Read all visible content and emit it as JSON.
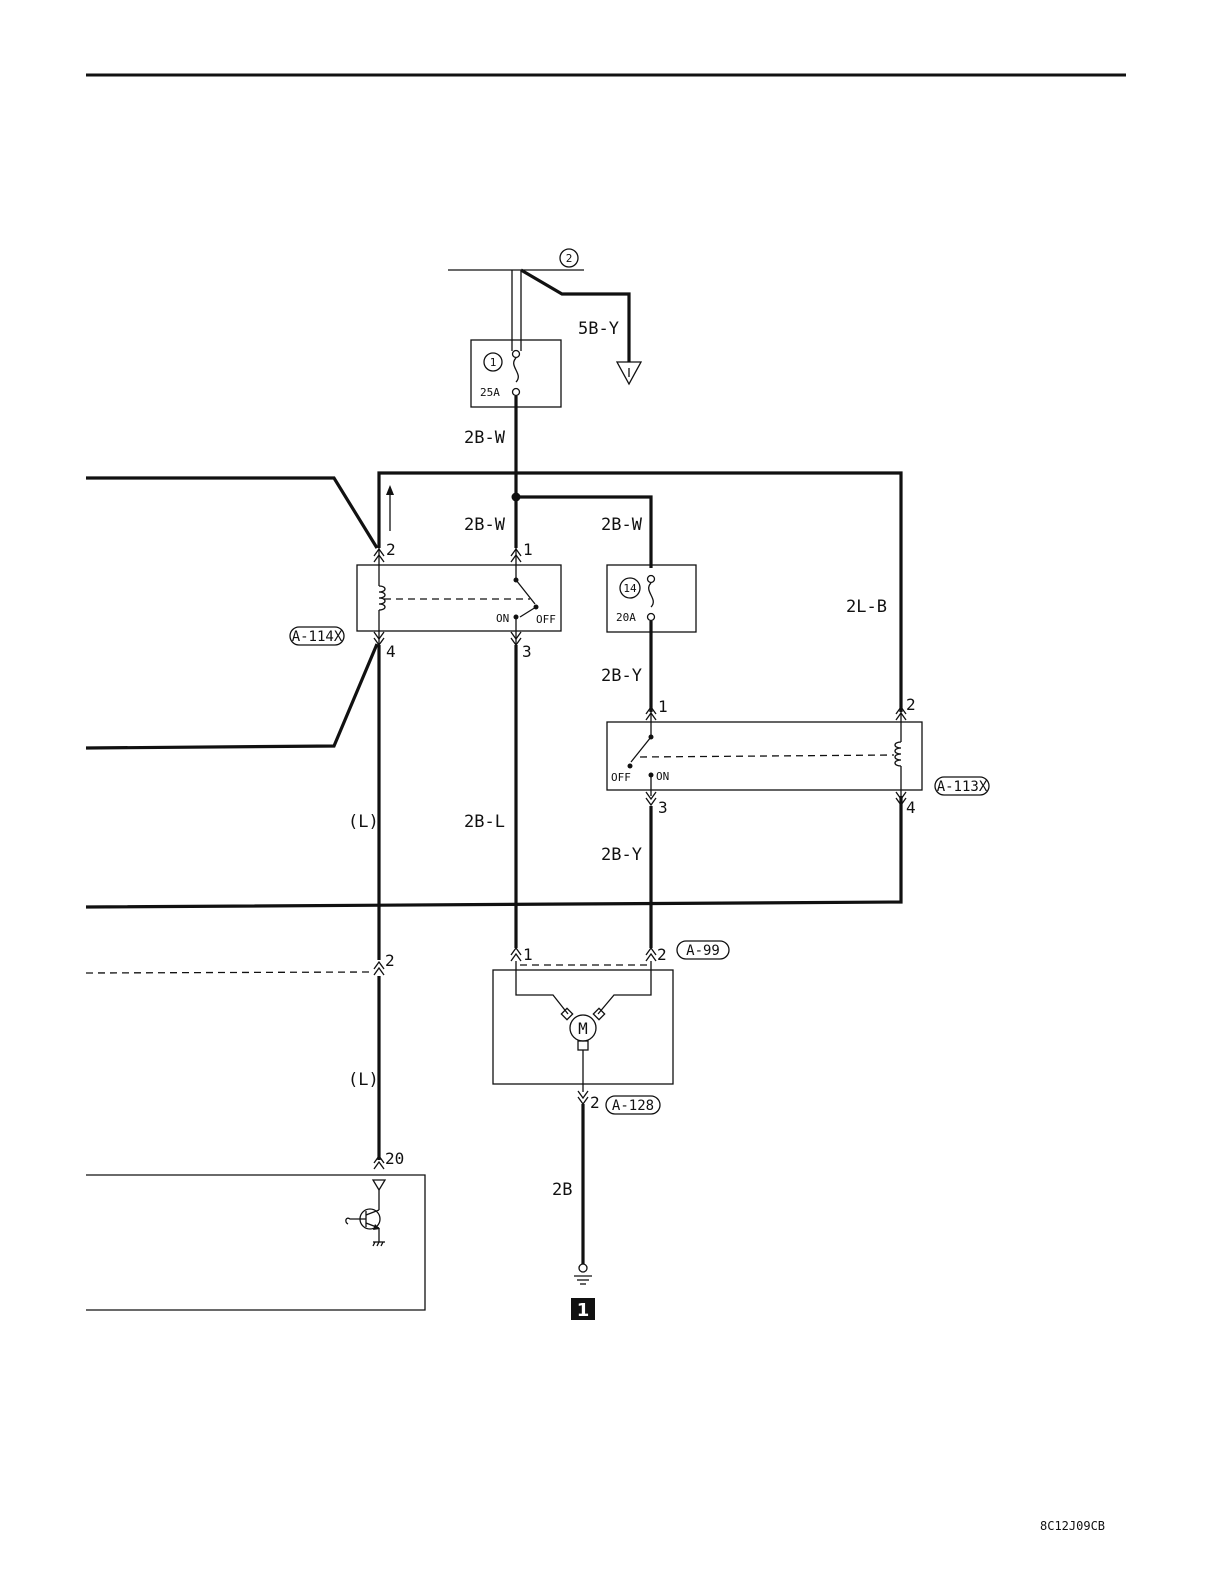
{
  "header": {
    "figure_code": "8C12J09CB"
  },
  "junctions": {
    "top_bus": "2"
  },
  "fuses": {
    "f1": {
      "number": "1",
      "rating": "25A"
    },
    "f14": {
      "number": "14",
      "rating": "20A"
    }
  },
  "wires": {
    "w5BY": "5B-Y",
    "w2BW_main": "2B-W",
    "w2BW_relay1": "2B-W",
    "w2BW_branch": "2B-W",
    "w2LB": "2L-B",
    "w2BY_upper": "2B-Y",
    "w2BY_lower": "2B-Y",
    "w2BL": "2B-L",
    "wL_upper": "(L)",
    "wL_lower": "(L)",
    "w2B": "2B"
  },
  "connectors": {
    "relay1": "A-114X",
    "relay2": "A-113X",
    "motor": "A-99",
    "motor_ground": "A-128"
  },
  "relay_states": {
    "on": "ON",
    "off": "OFF"
  },
  "pins": {
    "r1_2": "2",
    "r1_1": "1",
    "r1_4": "4",
    "r1_3": "3",
    "r2_1": "1",
    "r2_2": "2",
    "r2_3": "3",
    "r2_4": "4",
    "m_1": "1",
    "m_2": "2",
    "mg_2": "2",
    "left_2": "2",
    "ecu_20": "20"
  },
  "motor_symbol": "M",
  "ground": {
    "label": "1"
  }
}
